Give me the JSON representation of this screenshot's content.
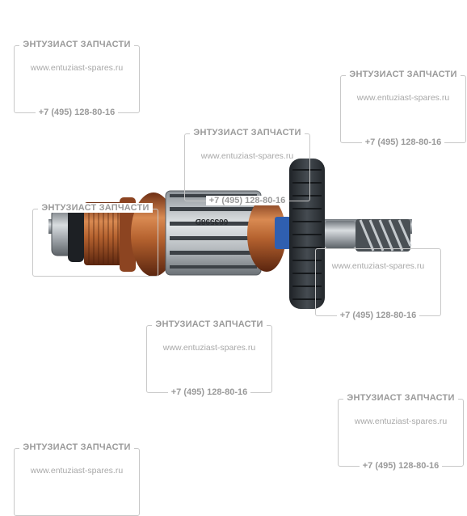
{
  "watermark": {
    "company": "ЭНТУЗИАСТ ЗАПЧАСТИ",
    "website": "www.entuziast-spares.ru",
    "phone": "+7 (495) 128-80-16"
  },
  "armature": {
    "part_number": "663598D"
  },
  "colors": {
    "copper": "#b5622f",
    "steel": "#9aa0a6",
    "fan": "#2e3338",
    "insulator": "#2f5fb0",
    "background": "#ffffff"
  }
}
